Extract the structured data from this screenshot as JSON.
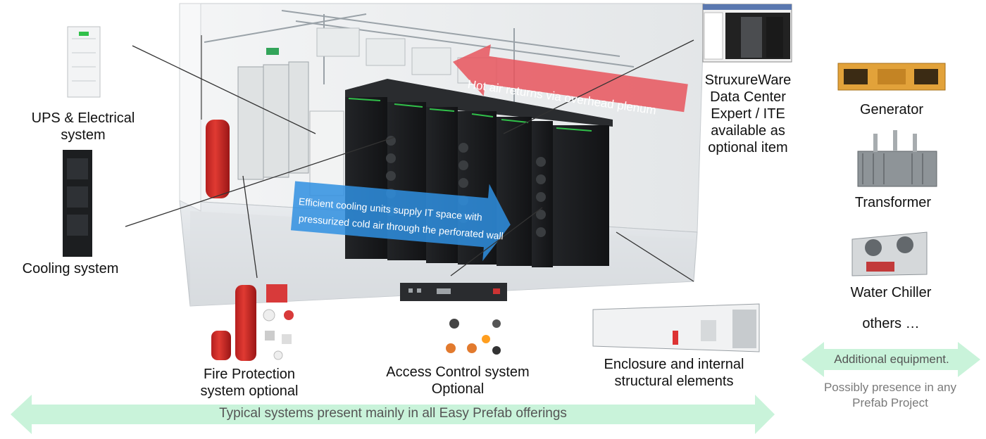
{
  "labels": {
    "ups": "UPS & Electrical system",
    "cooling": "Cooling system",
    "fire": "Fire Protection system optional",
    "access": "Access Control system Optional",
    "enclosure": "Enclosure and internal structural elements",
    "struxure": "StruxureWare Data Center Expert / ITE available as optional item",
    "generator": "Generator",
    "transformer": "Transformer",
    "chiller": "Water Chiller",
    "others": "others …"
  },
  "arrows": {
    "hot_air": "Hot air returns via overhead plenum",
    "cooling_line1": "Efficient cooling units supply IT space with",
    "cooling_line2": "pressurized cold air through the perforated wall"
  },
  "banners": {
    "typical": "Typical systems  present mainly in all Easy Prefab offerings",
    "additional": "Additional equipment.",
    "possibly": "Possibly presence in any Prefab Project"
  },
  "colors": {
    "banner_green": "#c9f3da",
    "hot_arrow": "#e8555d",
    "cool_arrow": "#2f8fe0",
    "rack": "#1b1d1f",
    "rack_accent": "#31c04a"
  }
}
